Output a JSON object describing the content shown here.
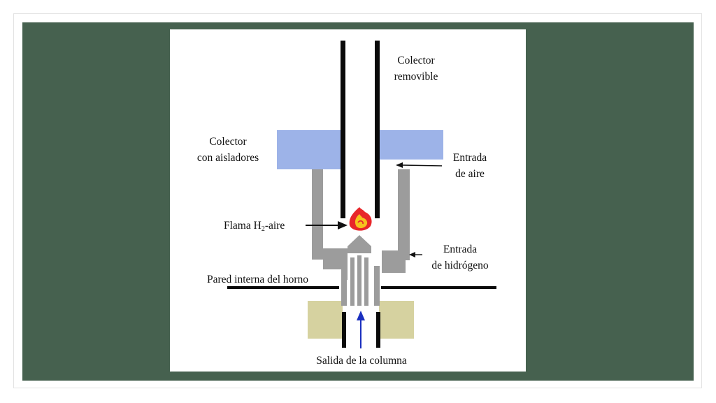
{
  "diagram": {
    "labels": {
      "collector_removable": [
        "Colector",
        "removible"
      ],
      "collector_insulators": [
        "Colector",
        "con aisladores"
      ],
      "air_inlet": [
        "Entrada",
        "de aire"
      ],
      "flame": {
        "main": "Flama H",
        "subscript": "2",
        "suffix": "-aire"
      },
      "hydrogen_inlet": [
        "Entrada",
        "de hidrógeno"
      ],
      "oven_wall": "Pared interna del horno",
      "column_outlet": "Salida de la columna"
    },
    "colors": {
      "background": "#46614f",
      "insulator_blue": "#9db3e8",
      "oven_block": "#d6d2a0",
      "wall_gray": "#9c9c9c",
      "flame_outer": "#e8262a",
      "flame_inner": "#f5c21e",
      "column_arrow": "#1a2fbf"
    }
  }
}
